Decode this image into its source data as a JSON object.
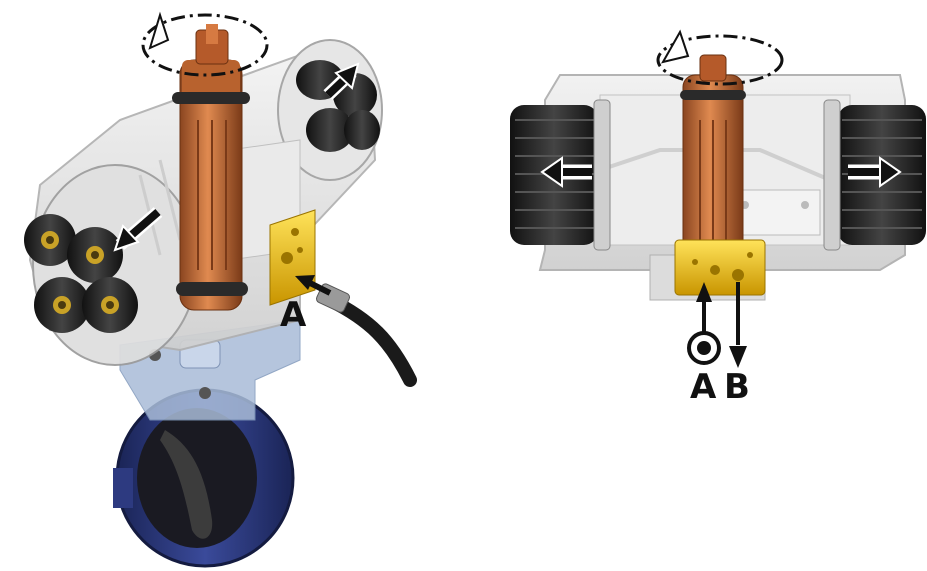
{
  "figure": {
    "left": {
      "port_label": "A"
    },
    "right": {
      "port_label_a": "A",
      "port_label_b": "B"
    }
  },
  "colors": {
    "body": "#e6e6e6",
    "body_edge": "#b5b5b5",
    "spindle": "#c8703a",
    "spindle_dark": "#8a4520",
    "spring": "#2a2a2a",
    "spring_core": "#c9a227",
    "port_block": "#e0b000",
    "valve_ring": "#24306e",
    "arrow": "#111111",
    "hose": "#1a1a1a"
  }
}
